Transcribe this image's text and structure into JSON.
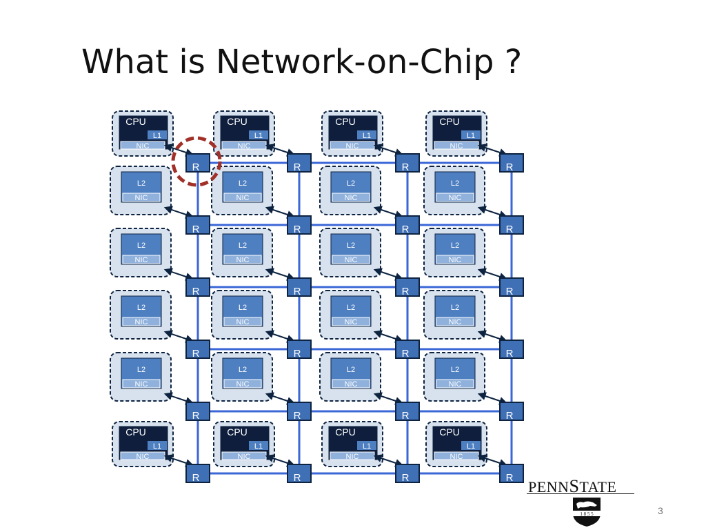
{
  "slide": {
    "title": "What is Network-on-Chip ?",
    "page_number": "3"
  },
  "labels": {
    "cpu": "CPU",
    "l1": "L1",
    "l2": "L2",
    "nic": "NIC",
    "router": "R"
  },
  "grid": {
    "rows": 6,
    "cols": 4,
    "row_types": [
      "cpu",
      "l2",
      "l2",
      "l2",
      "l2",
      "cpu"
    ],
    "highlighted_router": {
      "row": 0,
      "col": 0
    }
  },
  "logo": {
    "wordmark": "PENNSTATE",
    "year": "1 8 5 5"
  },
  "colors": {
    "link": "#3a66d6",
    "router_fill": "#3f6fb5",
    "router_stroke": "#0d2340",
    "cpu_fill": "#0e1e3c",
    "tile_fill": "#d8e2ee",
    "l2_fill": "#4e7fc0",
    "nic_fill": "#8fb1dc",
    "highlight": "#a03028"
  }
}
